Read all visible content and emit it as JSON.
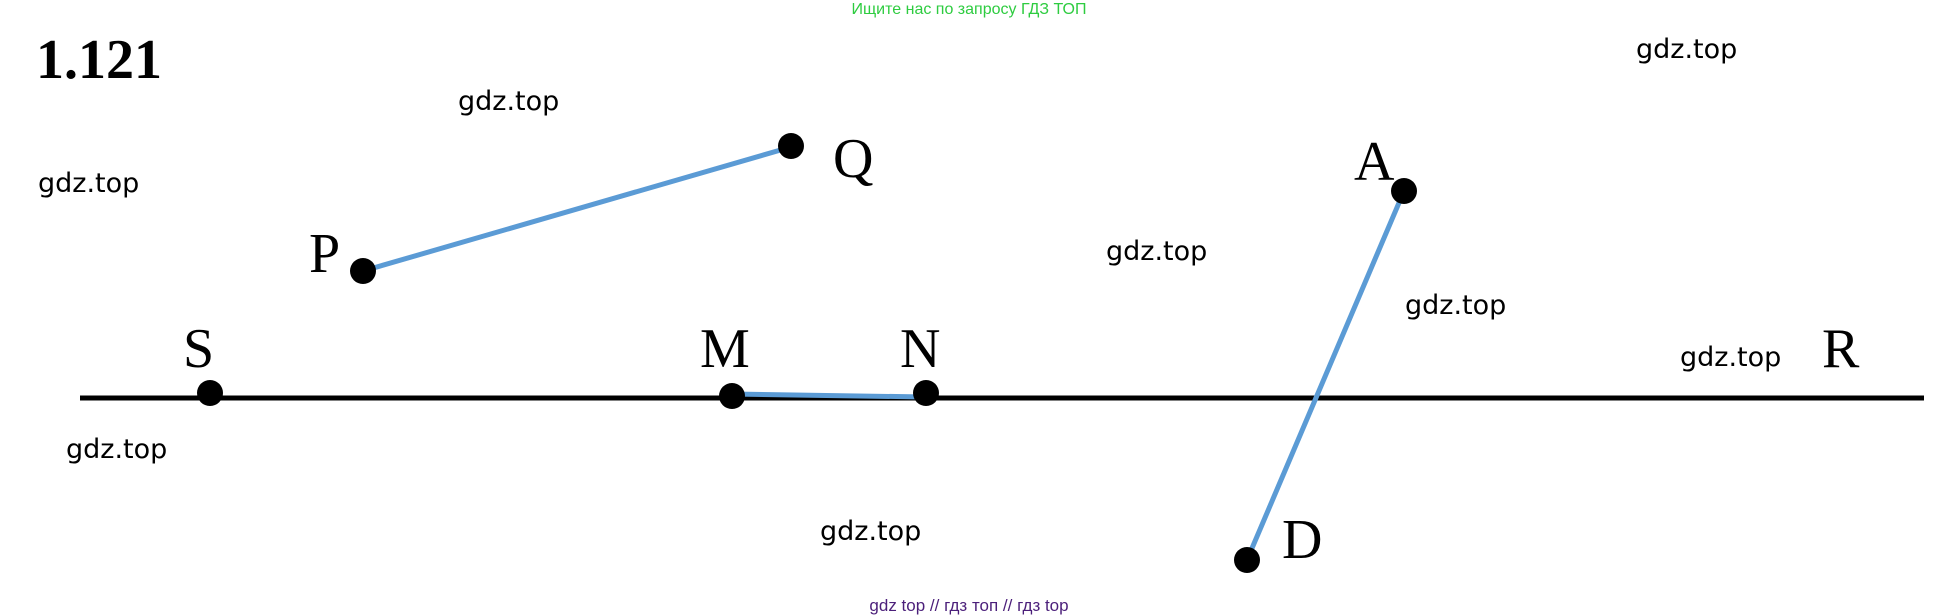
{
  "banner_text": "Ищите нас по запросу ГДЗ ТОП",
  "problem_number": "1.121",
  "watermark_text": "gdz.top",
  "footer_text": "gdz top  //  гдз топ  //  гдз top",
  "points": {
    "P": "P",
    "Q": "Q",
    "S": "S",
    "M": "M",
    "N": "N",
    "A": "A",
    "D": "D",
    "R": "R"
  },
  "colors": {
    "segment": "#5b9bd5",
    "line": "#000000",
    "banner": "#2ecc40",
    "footer": "#4b1f7a"
  }
}
